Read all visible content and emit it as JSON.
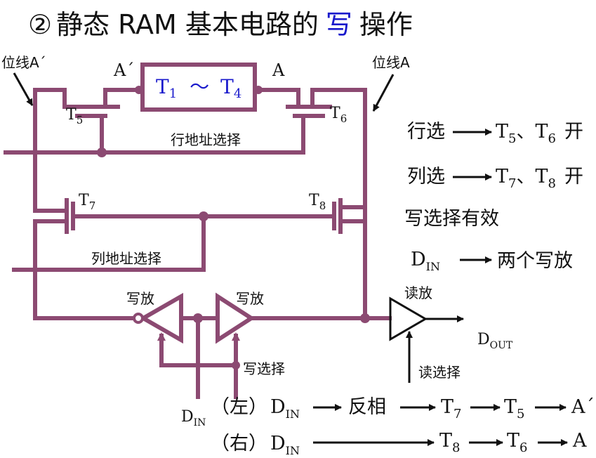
{
  "title": {
    "number": "②",
    "prefix": "静态 RAM 基本电路的",
    "highlight": "写",
    "suffix": "操作",
    "highlight_color": "#1a1acc"
  },
  "labels": {
    "bitline_left": "位线A´",
    "bitline_right": "位线A",
    "node_left": "A´",
    "node_right": "A",
    "cell_T1": "T",
    "cell_T1_sub": "1",
    "cell_tilde": "～",
    "cell_T4": "T",
    "cell_T4_sub": "4",
    "T5": "T",
    "T5_sub": "5",
    "T6": "T",
    "T6_sub": "6",
    "T7": "T",
    "T7_sub": "7",
    "T8": "T",
    "T8_sub": "8",
    "row_select": "行地址选择",
    "col_select": "列地址选择",
    "write_amp_left": "写放",
    "write_amp_right": "写放",
    "read_amp": "读放",
    "write_select": "写选择",
    "read_select": "读选择",
    "din": "D",
    "din_sub": "IN",
    "dout": "D",
    "dout_sub": "OUT"
  },
  "notes": {
    "row": {
      "text": "行选",
      "t_a": "T",
      "t_a_sub": "5",
      "sep": "、",
      "t_b": "T",
      "t_b_sub": "6",
      "state": "开"
    },
    "col": {
      "text": "列选",
      "t_a": "T",
      "t_a_sub": "7",
      "sep": "、",
      "t_b": "T",
      "t_b_sub": "8",
      "state": "开"
    },
    "write_enable": "写选择有效",
    "din_line": {
      "d": "D",
      "d_sub": "IN",
      "text": "两个写放"
    }
  },
  "paths": {
    "left": {
      "tag": "（左）",
      "d": "D",
      "d_sub": "IN",
      "step1": "反相",
      "t1": "T",
      "t1_sub": "7",
      "t2": "T",
      "t2_sub": "5",
      "end": "A´"
    },
    "right": {
      "tag": "（右）",
      "d": "D",
      "d_sub": "IN",
      "t1": "T",
      "t1_sub": "8",
      "t2": "T",
      "t2_sub": "6",
      "end": "A"
    }
  },
  "colors": {
    "wire": "#8c4a72",
    "text": "#111111",
    "cell_text": "#1a1acc"
  }
}
